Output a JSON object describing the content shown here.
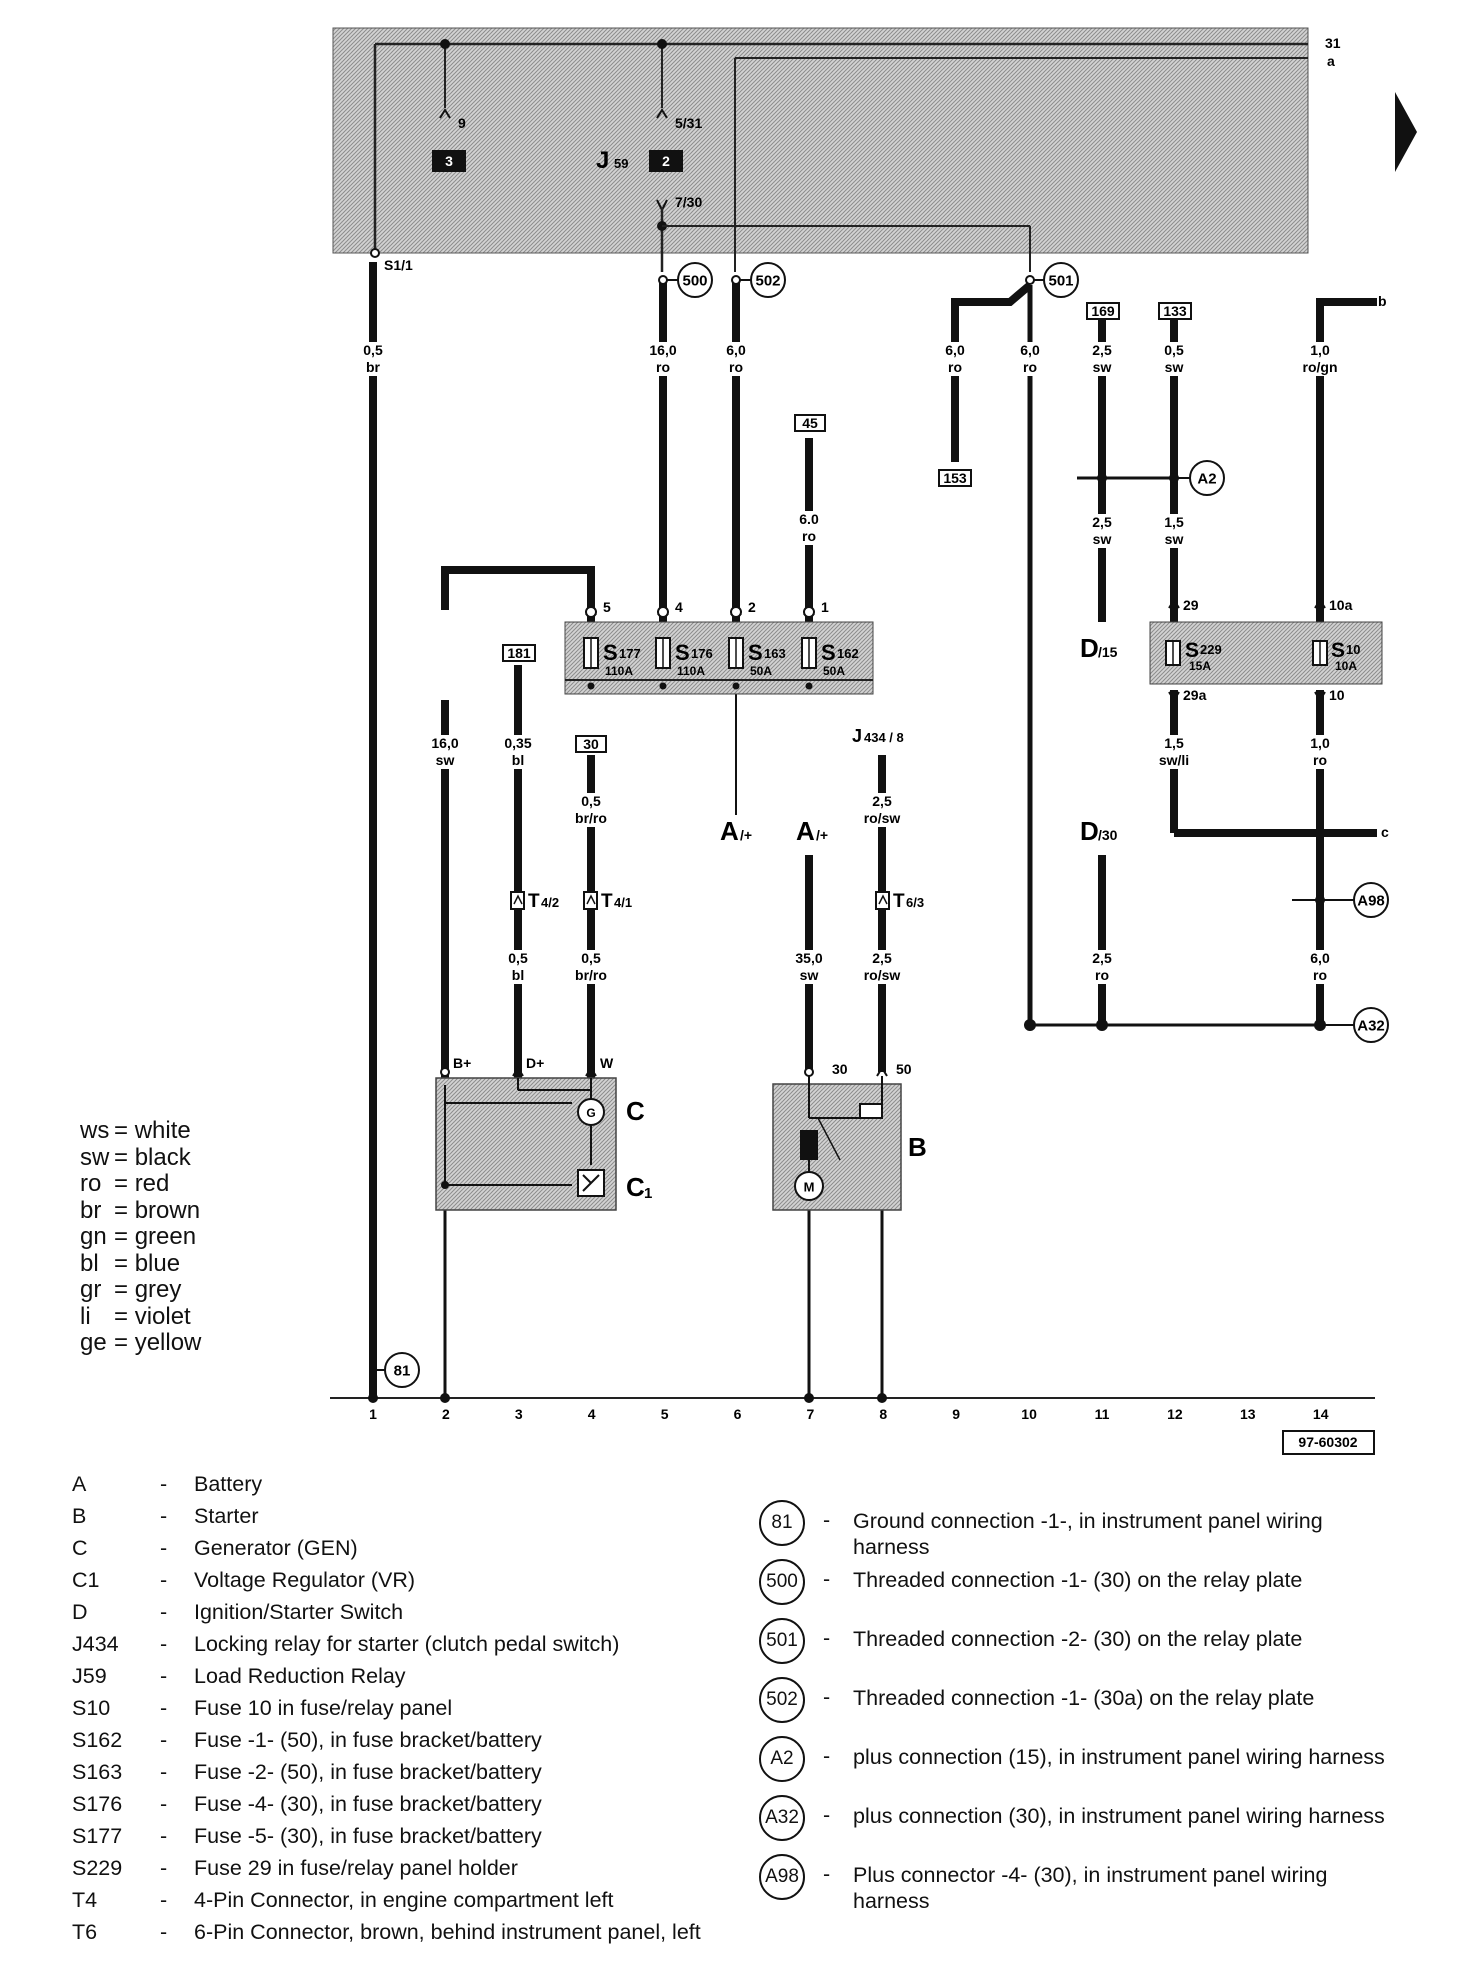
{
  "diagram": {
    "ref_code": "97-60302",
    "ground_bus_numbers": [
      "1",
      "2",
      "3",
      "4",
      "5",
      "6",
      "7",
      "8",
      "9",
      "10",
      "11",
      "12",
      "13",
      "14"
    ],
    "top_right": {
      "line1": "31",
      "line2": "a"
    },
    "right_refs": {
      "b": "b",
      "c": "c"
    },
    "relay": {
      "label": "J",
      "sub": "59",
      "pin_left_box": "3",
      "pin_mid_box": "2",
      "pin_9": "9",
      "pin_5_31": "5/31",
      "pin_7_30": "7/30",
      "s1_label": "S1/1"
    },
    "circles": {
      "c500": "500",
      "c502": "502",
      "c501": "501",
      "c81": "81",
      "cA2": "A2",
      "cA98": "A98",
      "cA32": "A32"
    },
    "boxes": {
      "b169": "169",
      "b133": "133",
      "b45": "45",
      "b153": "153",
      "b181": "181",
      "b30": "30"
    },
    "wires": {
      "w1": {
        "size": "0,5",
        "color": "br"
      },
      "w5": {
        "size": "16,0",
        "color": "ro"
      },
      "w6": {
        "size": "6,0",
        "color": "ro"
      },
      "w9": {
        "size": "6,0",
        "color": "ro"
      },
      "w10": {
        "size": "6,0",
        "color": "ro"
      },
      "w11a": {
        "size": "2,5",
        "color": "sw"
      },
      "w12a": {
        "size": "0,5",
        "color": "sw"
      },
      "w14a": {
        "size": "1,0",
        "color": "ro/gn"
      },
      "w45": {
        "size": "6.0",
        "color": "ro"
      },
      "w11b": {
        "size": "2,5",
        "color": "sw"
      },
      "w12b": {
        "size": "1,5",
        "color": "sw"
      },
      "w2": {
        "size": "16,0",
        "color": "sw"
      },
      "w3a": {
        "size": "0,35",
        "color": "bl"
      },
      "w4a": {
        "size": "0,5",
        "color": "br/ro"
      },
      "w8a": {
        "size": "2,5",
        "color": "ro/sw"
      },
      "w12c": {
        "size": "1,5",
        "color": "sw/li"
      },
      "w14b": {
        "size": "1,0",
        "color": "ro"
      },
      "w3b": {
        "size": "0,5",
        "color": "bl"
      },
      "w4b": {
        "size": "0,5",
        "color": "br/ro"
      },
      "w7": {
        "size": "35,0",
        "color": "sw"
      },
      "w8b": {
        "size": "2,5",
        "color": "ro/sw"
      },
      "w11c": {
        "size": "2,5",
        "color": "ro"
      },
      "w14c": {
        "size": "6,0",
        "color": "ro"
      }
    },
    "fuses_left": {
      "pins": [
        "5",
        "4",
        "2",
        "1"
      ],
      "items": [
        {
          "name": "S",
          "sub": "177",
          "rating": "110A"
        },
        {
          "name": "S",
          "sub": "176",
          "rating": "110A"
        },
        {
          "name": "S",
          "sub": "163",
          "rating": "50A"
        },
        {
          "name": "S",
          "sub": "162",
          "rating": "50A"
        }
      ]
    },
    "fuses_right": {
      "pin_29": "29",
      "pin_29a": "29a",
      "pin_10a": "10a",
      "pin_10": "10",
      "items": [
        {
          "name": "S",
          "sub": "229",
          "rating": "15A"
        },
        {
          "name": "S",
          "sub": "10",
          "rating": "10A"
        }
      ]
    },
    "terminals": {
      "D15": {
        "main": "D",
        "sub": "/15"
      },
      "D30": {
        "main": "D",
        "sub": "/30"
      },
      "A_left": {
        "main": "A",
        "sub": "/+"
      },
      "A_right": {
        "main": "A",
        "sub": "/+"
      },
      "J434": {
        "main": "J",
        "sub": "434 / 8"
      },
      "T42": {
        "main": "T",
        "sub": "4/2"
      },
      "T41": {
        "main": "T",
        "sub": "4/1"
      },
      "T63": {
        "main": "T",
        "sub": "6/3"
      }
    },
    "generator": {
      "label_c": "C",
      "label_c1": "C",
      "label_c1_sub": "1",
      "pin_bplus": "B+",
      "pin_dplus": "D+",
      "pin_w": "W",
      "g_symbol": "G"
    },
    "starter": {
      "label": "B",
      "pin_30": "30",
      "pin_50": "50",
      "m_symbol": "M"
    }
  },
  "color_key": [
    {
      "code": "ws",
      "name": "white"
    },
    {
      "code": "sw",
      "name": "black"
    },
    {
      "code": "ro",
      "name": "red"
    },
    {
      "code": "br",
      "name": "brown"
    },
    {
      "code": "gn",
      "name": "green"
    },
    {
      "code": "bl",
      "name": "blue"
    },
    {
      "code": "gr",
      "name": "grey"
    },
    {
      "code": "li",
      "name": "violet"
    },
    {
      "code": "ge",
      "name": "yellow"
    }
  ],
  "legend_components": [
    {
      "code": "A",
      "desc": "Battery"
    },
    {
      "code": "B",
      "desc": "Starter"
    },
    {
      "code": "C",
      "desc": "Generator (GEN)"
    },
    {
      "code": "C1",
      "desc": "Voltage Regulator (VR)"
    },
    {
      "code": "D",
      "desc": "Ignition/Starter Switch"
    },
    {
      "code": "J434",
      "desc": "Locking relay for starter (clutch pedal switch)"
    },
    {
      "code": "J59",
      "desc": "Load Reduction Relay"
    },
    {
      "code": "S10",
      "desc": "Fuse 10 in fuse/relay panel"
    },
    {
      "code": "S162",
      "desc": "Fuse -1- (50), in fuse bracket/battery"
    },
    {
      "code": "S163",
      "desc": "Fuse -2- (50), in fuse bracket/battery"
    },
    {
      "code": "S176",
      "desc": "Fuse -4- (30), in fuse bracket/battery"
    },
    {
      "code": "S177",
      "desc": "Fuse -5- (30), in fuse bracket/battery"
    },
    {
      "code": "S229",
      "desc": "Fuse 29 in fuse/relay panel holder"
    },
    {
      "code": "T4",
      "desc": "4-Pin Connector, in engine compartment left"
    },
    {
      "code": "T6",
      "desc": "6-Pin Connector, brown, behind instrument panel, left"
    }
  ],
  "legend_connections": [
    {
      "symbol": "81",
      "desc": "Ground connection -1-, in instrument panel wiring harness"
    },
    {
      "symbol": "500",
      "desc": "Threaded connection -1- (30) on the relay plate"
    },
    {
      "symbol": "501",
      "desc": "Threaded connection -2- (30) on the relay plate"
    },
    {
      "symbol": "502",
      "desc": "Threaded connection -1- (30a) on the relay plate"
    },
    {
      "symbol": "A2",
      "desc": "plus connection (15), in instrument panel  wiring harness"
    },
    {
      "symbol": "A32",
      "desc": "plus connection (30), in instrument panel wiring harness"
    },
    {
      "symbol": "A98",
      "desc": "Plus connector -4- (30), in instrument panel wiring harness"
    }
  ]
}
